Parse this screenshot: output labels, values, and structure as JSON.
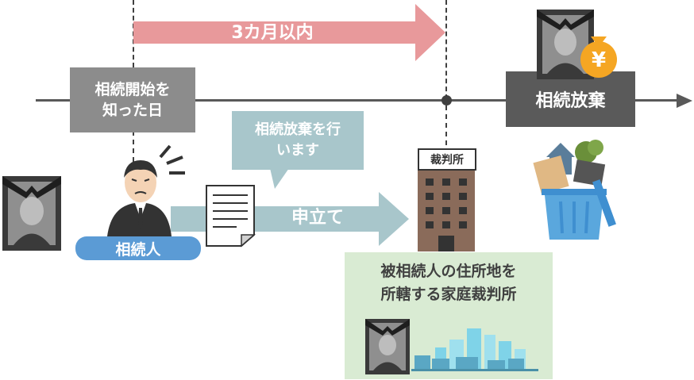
{
  "deadline_arrow": {
    "label": "3カ月以内"
  },
  "start_box": {
    "line1": "相続開始を",
    "line2": "知った日"
  },
  "renunciation_box": {
    "label": "相続放棄"
  },
  "bubble": {
    "line1": "相続放棄を行",
    "line2": "います"
  },
  "filing_arrow": {
    "label": "申立て"
  },
  "heir_label": {
    "label": "相続人"
  },
  "court_sign": {
    "label": "裁判所"
  },
  "court_box": {
    "line1": "被相続人の住所地を",
    "line2": "所轄する家庭裁判所"
  },
  "colors": {
    "deadline_arrow": "#e8999b",
    "filing_arrow": "#a8c6cb",
    "timeline": "#595959",
    "heir_pill": "#5b9bd5",
    "court_box": "#d9ebd3",
    "coin": "#f5a623"
  },
  "icons": [
    "portrait-icon",
    "worried-man-icon",
    "document-icon",
    "court-building-icon",
    "money-bag-yen-icon",
    "trash-can-icon",
    "city-skyline-icon"
  ]
}
